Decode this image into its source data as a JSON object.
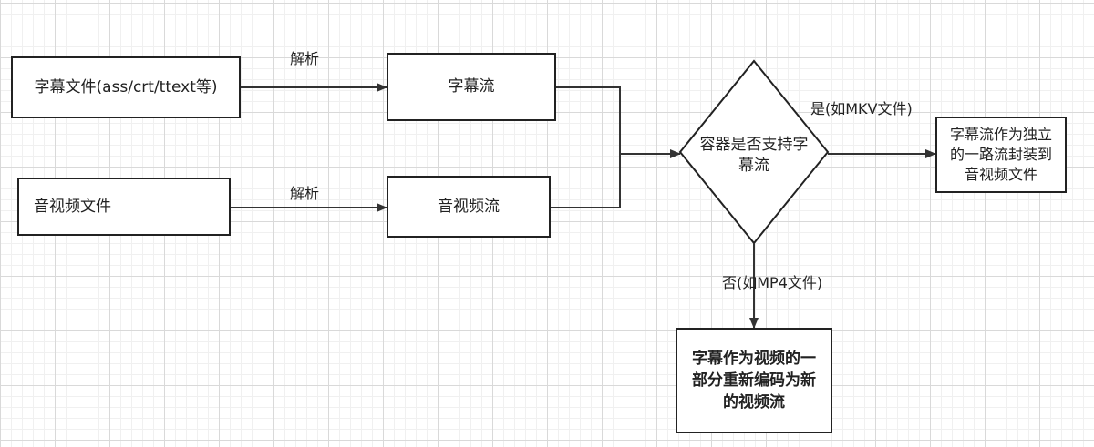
{
  "nodes": {
    "subtitle_file": "字幕文件(ass/crt/ttext等)",
    "av_file": "音视频文件",
    "subtitle_stream": "字幕流",
    "av_stream": "音视频流",
    "decision": "容器是否支持字幕流",
    "yes_result": "字幕流作为独立的一路流封装到音视频文件",
    "no_result": "字幕作为视频的一部分重新编码为新的视频流"
  },
  "edges": {
    "parse_top": "解析",
    "parse_bottom": "解析",
    "yes": "是(如MKV文件)",
    "no": "否(如MP4文件)"
  }
}
